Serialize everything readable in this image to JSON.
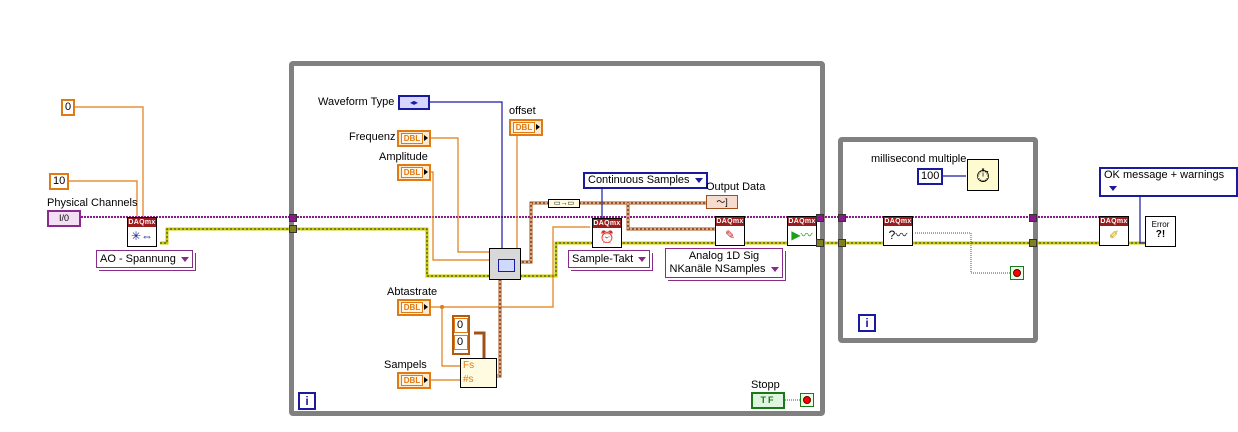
{
  "diagram": {
    "type": "LabVIEW block diagram",
    "left_section": {
      "constants": {
        "min_value": "0",
        "max_value": "10"
      },
      "physical_channels": {
        "label": "Physical Channels",
        "control_text": "I/0"
      },
      "create_channel": {
        "icon": "daqmx-create-channel-icon",
        "header": "DAQmx",
        "selector": "AO - Spannung"
      }
    },
    "loop1": {
      "waveform_type": {
        "label": "Waveform Type",
        "control_text": "◂▸"
      },
      "frequenz": {
        "label": "Frequenz",
        "control_text": "DBL"
      },
      "amplitude": {
        "label": "Amplitude",
        "control_text": "DBL"
      },
      "offset": {
        "label": "offset",
        "control_text": "DBL"
      },
      "abtastrate": {
        "label": "Abtastrate",
        "control_text": "DBL"
      },
      "sampels": {
        "label": "Sampels",
        "control_text": "DBL"
      },
      "array_constant": [
        "0",
        "0"
      ],
      "bundle_labels": [
        "Fs",
        "#s"
      ],
      "sample_mode": {
        "value": "Continuous Samples"
      },
      "timing": {
        "header": "DAQmx",
        "selector": "Sample-Takt"
      },
      "output_data": {
        "label": "Output Data"
      },
      "write": {
        "header": "DAQmx",
        "selector_line1": "Analog 1D Sig",
        "selector_line2": "NKanäle NSamples"
      },
      "start": {
        "header": "DAQmx"
      },
      "stop": {
        "label": "Stopp",
        "control_text": "TF"
      },
      "iteration": "i"
    },
    "loop2": {
      "wait": {
        "label": "millisecond multiple",
        "value": "100"
      },
      "is_done": {
        "header": "DAQmx"
      },
      "iteration": "i"
    },
    "right_section": {
      "clear": {
        "header": "DAQmx"
      },
      "error_mode": {
        "value": "OK message + warnings"
      },
      "error_handler": {
        "text_line1": "Error",
        "text_line2": "?!"
      }
    }
  },
  "colors": {
    "loop_frame": "#808080",
    "numeric_wire": "#e07b13",
    "task_wire": "#8a1a8a",
    "error_wire": "#c8c800",
    "enum_wire": "#1a1aa0",
    "waveform_wire": "#a0501a",
    "boolean_wire": "#1a7a1a"
  }
}
